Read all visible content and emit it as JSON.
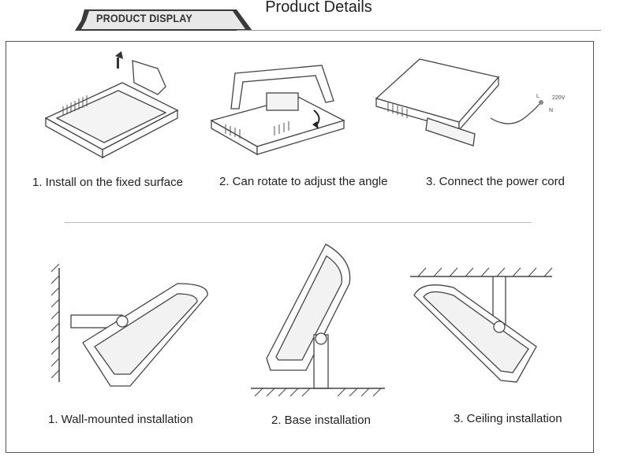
{
  "page_title": "Product Details",
  "banner_label": "PRODUCT DISPLAY",
  "top_row": [
    {
      "caption": "1. Install on the fixed surface"
    },
    {
      "caption": "2. Can rotate to adjust the angle"
    },
    {
      "caption": "3. Connect the power cord"
    }
  ],
  "bottom_row": [
    {
      "caption": "1. Wall-mounted installation"
    },
    {
      "caption": "2. Base installation"
    },
    {
      "caption": "3. Ceiling installation"
    }
  ],
  "wire_labels": {
    "voltage": "220V",
    "live": "L",
    "neutral": "N"
  }
}
